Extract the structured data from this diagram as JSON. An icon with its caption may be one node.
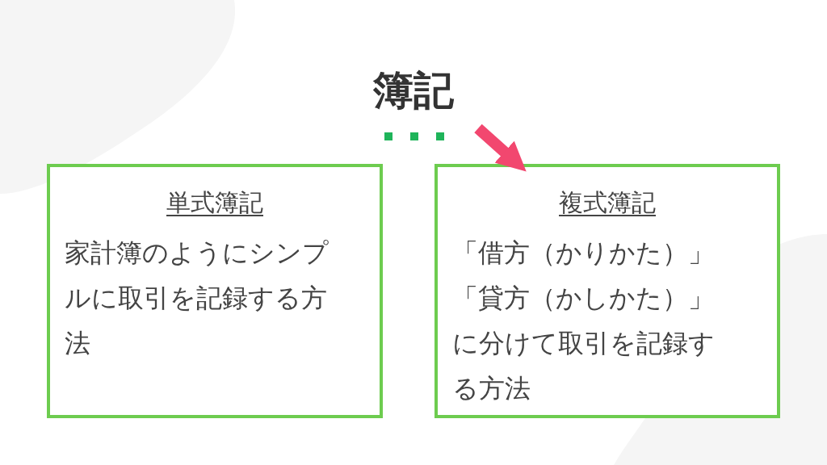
{
  "diagram": {
    "title": "簿記",
    "nodes": [
      {
        "text": [
          "単式簿記",
          "家計簿のようにシンプルに取引を記録する方法"
        ]
      },
      {
        "text": [
          "複式簿記",
          "「借方（かりかた）」「貸方（かしかた）」に分けて取引を記録する方法"
        ]
      }
    ],
    "edges": [
      {
        "from": null,
        "to": 1,
        "arrow": "to",
        "color": "#f2476f"
      }
    ]
  }
}
